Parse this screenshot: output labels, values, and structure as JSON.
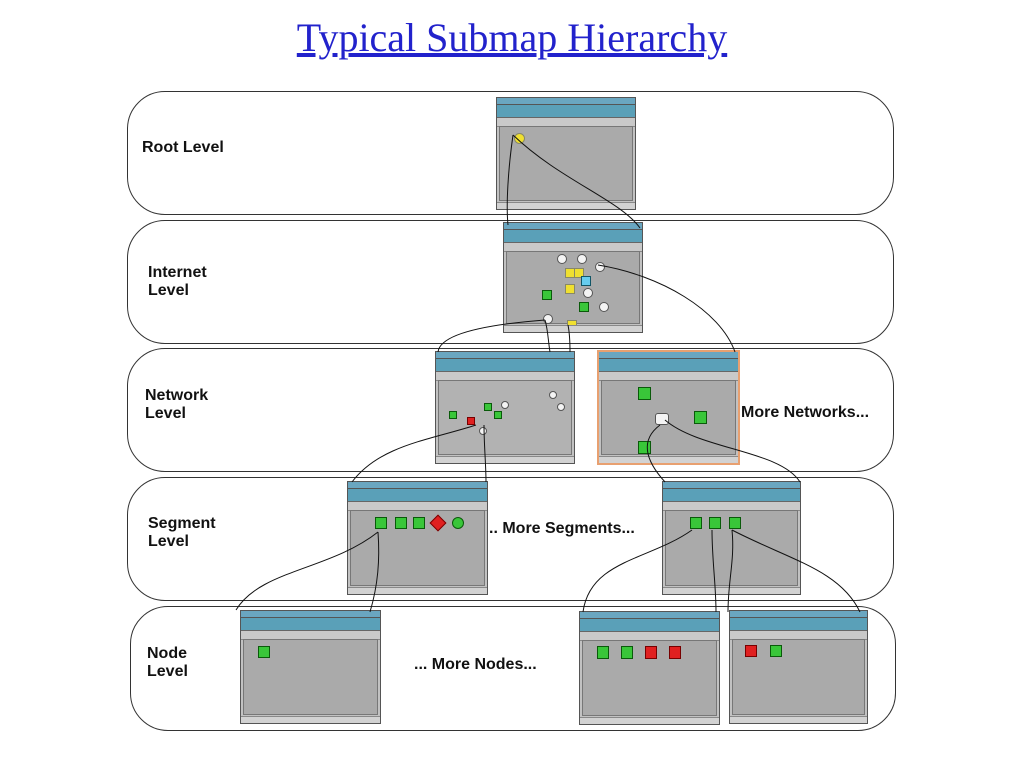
{
  "title": "Typical Submap Hierarchy",
  "levels": {
    "root": "Root Level",
    "internet": [
      "Internet",
      "Level"
    ],
    "network": [
      "Network",
      "Level"
    ],
    "segment": [
      "Segment",
      "Level"
    ],
    "node": [
      "Node",
      "Level"
    ]
  },
  "more": {
    "networks": "More Networks...",
    "segments": ".. More Segments...",
    "nodes": "... More Nodes..."
  },
  "colors": {
    "title": "#2222cc",
    "window_bar": "#5aa0b8",
    "canvas": "#aaaaaa",
    "node_ok": "#39c639",
    "node_down": "#e02020"
  },
  "icons": [
    "network-node-icon",
    "router-icon",
    "gateway-icon"
  ]
}
